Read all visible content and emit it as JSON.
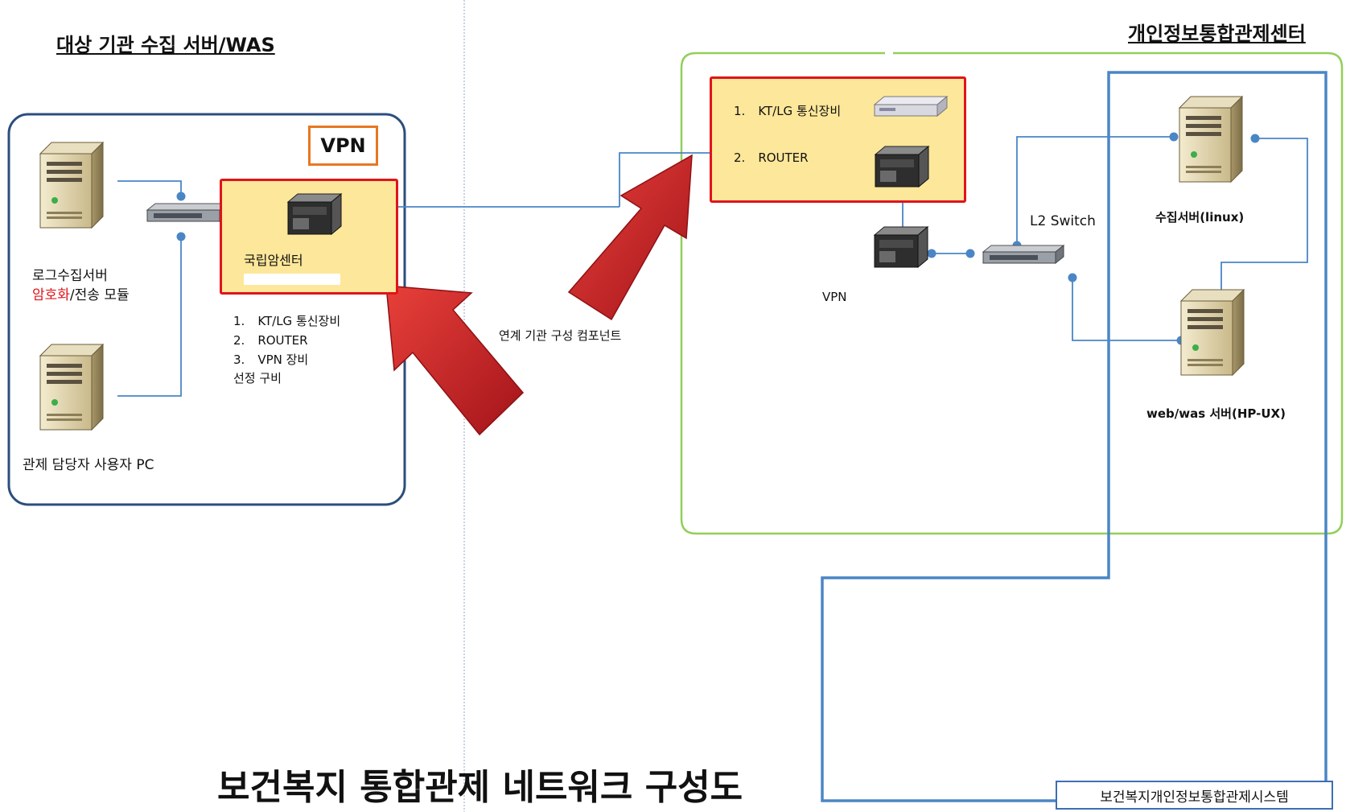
{
  "left_section": {
    "heading": "대상 기관 수집 서버/WAS",
    "vpn_badge": "VPN",
    "server_label": "로그수집서버",
    "module_label_red": "암호화",
    "module_label_rest": "/전송 모듈",
    "pc_label": "관제 담당자 사용자 PC",
    "vpn_box_label": "국립암센터",
    "equipment": [
      {
        "num": "1.",
        "text": "KT/LG 통신장비"
      },
      {
        "num": "2.",
        "text": "ROUTER"
      },
      {
        "num": "3.",
        "text": "VPN 장비"
      }
    ],
    "equipment_note": "선정 구비"
  },
  "middle": {
    "link_label": "연계 기관 구성 컴포넌트"
  },
  "right_section": {
    "heading": "개인정보통합관제센터",
    "equipment": [
      {
        "num": "1.",
        "text": "KT/LG 통신장비"
      },
      {
        "num": "2.",
        "text": "ROUTER"
      }
    ],
    "vpn_label": "VPN",
    "switch_label": "L2 Switch",
    "collect_server_label": "수집서버(linux)",
    "web_server_label": "web/was 서버(HP-UX)",
    "system_label": "보건복지개인정보통합관제시스템"
  },
  "main_title": "보건복지 통합관제 네트워크 구성도",
  "colors": {
    "connector_blue": "#4a86c5",
    "left_border": "#2c4e7e",
    "right_border": "#92cf5a",
    "box_fill": "#fde79a",
    "box_border": "#e0141b",
    "arrow_red": "#c9201f",
    "vpn_badge_border": "#e87722",
    "encryption_text": "#e0141b"
  }
}
